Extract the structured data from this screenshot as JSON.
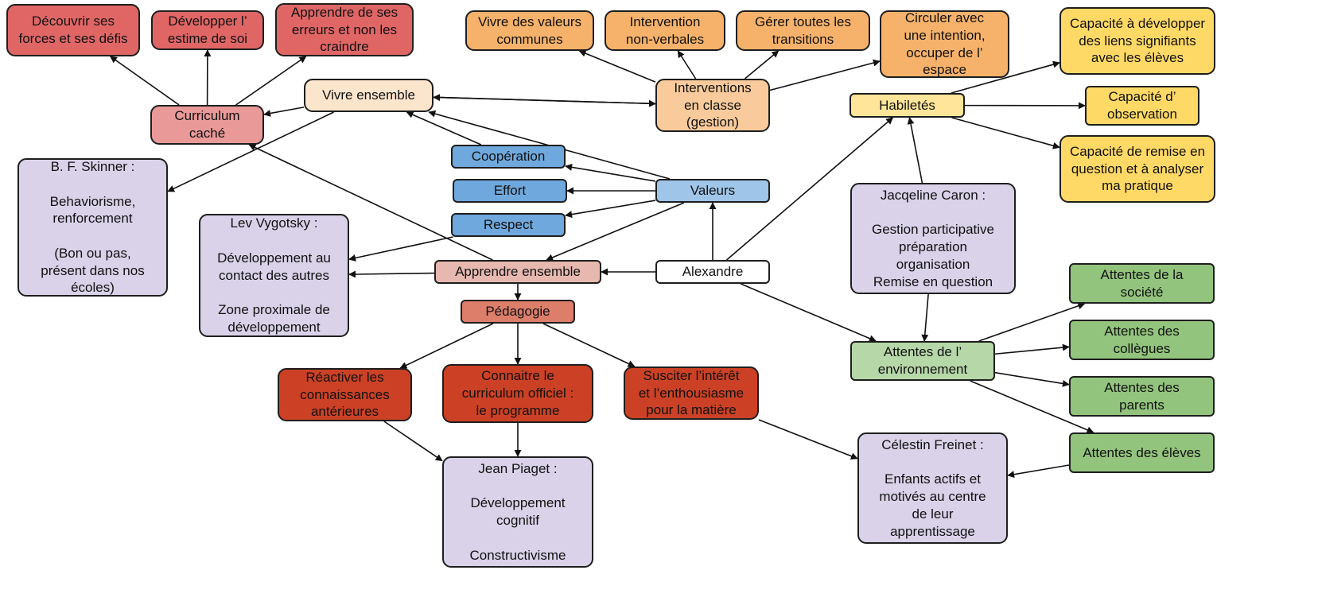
{
  "nodes": {
    "decouvrir": "Découvrir ses\nforces et ses défis",
    "estime": "Développer l’\nestime de soi",
    "erreurs": "Apprendre de ses\nerreurs et non les\ncraindre",
    "valeurs_communes": "Vivre des valeurs\ncommunes",
    "non_verbales": "Intervention\nnon-verbales",
    "transitions": "Gérer toutes les\ntransitions",
    "circuler": "Circuler avec\nune intention,\noccuper de l’\nespace",
    "liens": "Capacité à développer\ndes liens signifiants\navec les élèves",
    "curriculum_cache": "Curriculum\ncaché",
    "vivre_ensemble": "Vivre ensemble",
    "interventions": "Interventions\nen classe\n(gestion)",
    "habiletes": "Habiletés",
    "observation": "Capacité d’\nobservation",
    "cooperation": "Coopération",
    "remise": "Capacité de remise en\nquestion et à analyser\nma pratique",
    "skinner": "B. F. Skinner :\n\nBehaviorisme,\nrenforcement\n\n(Bon ou pas,\nprésent dans nos\nécoles)",
    "effort": "Effort",
    "valeurs": "Valeurs",
    "caron": "Jacqeline Caron :\n\nGestion participative\npréparation\norganisation\nRemise en question",
    "respect": "Respect",
    "vygotsky": "Lev Vygotsky :\n\nDéveloppement au\ncontact des autres\n\nZone proximale de\ndéveloppement",
    "apprendre_ensemble": "Apprendre ensemble",
    "alexandre": "Alexandre",
    "attentes_societe": "Attentes de la\nsociété",
    "pedagogie": "Pédagogie",
    "attentes_collegues": "Attentes des\ncollègues",
    "attentes_env": "Attentes de l’\nenvironnement",
    "reactiver": "Réactiver les\nconnaissances\nantérieures",
    "connaitre": "Connaitre le\ncurriculum officiel :\nle programme",
    "susciter": "Susciter l’intérêt\net l’enthousiasme\npour la matière",
    "attentes_parents": "Attentes des\nparents",
    "attentes_eleves": "Attentes des élèves",
    "freinet": "Célestin Freinet :\n\nEnfants actifs et\nmotivés au centre\nde leur\napprentissage",
    "piaget": "Jean Piaget :\n\nDéveloppement\ncognitif\n\nConstructivisme"
  },
  "colors": {
    "red": "#e06666",
    "pink": "#ea9999",
    "orange": "#f6b26b",
    "light_orange": "#f9cb9c",
    "peach": "#fce5cd",
    "yellow": "#ffd966",
    "light_yellow": "#ffe599",
    "blue": "#6fa8dc",
    "light_blue": "#9fc5e8",
    "lavender": "#d9d2e9",
    "salmon": "#e6b8af",
    "terracotta": "#dd7e6b",
    "dark_red": "#cc4125",
    "green": "#93c47d",
    "light_green": "#b6d7a8",
    "white": "#ffffff",
    "border": "#1e1e1e",
    "arrow": "#111111"
  },
  "edges": [
    [
      "curriculum_cache",
      "decouvrir"
    ],
    [
      "curriculum_cache",
      "estime"
    ],
    [
      "curriculum_cache",
      "erreurs"
    ],
    [
      "vivre_ensemble",
      "curriculum_cache"
    ],
    [
      "vivre_ensemble",
      "interventions"
    ],
    [
      "vivre_ensemble",
      "skinner"
    ],
    [
      "interventions",
      "vivre_ensemble"
    ],
    [
      "interventions",
      "valeurs_communes"
    ],
    [
      "interventions",
      "non_verbales"
    ],
    [
      "interventions",
      "transitions"
    ],
    [
      "interventions",
      "circuler"
    ],
    [
      "cooperation",
      "vivre_ensemble"
    ],
    [
      "valeurs",
      "vivre_ensemble"
    ],
    [
      "valeurs",
      "cooperation"
    ],
    [
      "valeurs",
      "effort"
    ],
    [
      "valeurs",
      "respect"
    ],
    [
      "respect",
      "vygotsky"
    ],
    [
      "apprendre_ensemble",
      "vygotsky"
    ],
    [
      "apprendre_ensemble",
      "curriculum_cache"
    ],
    [
      "apprendre_ensemble",
      "pedagogie"
    ],
    [
      "alexandre",
      "valeurs"
    ],
    [
      "alexandre",
      "apprendre_ensemble"
    ],
    [
      "valeurs",
      "apprendre_ensemble"
    ],
    [
      "alexandre",
      "habiletes"
    ],
    [
      "alexandre",
      "attentes_env"
    ],
    [
      "habiletes",
      "liens"
    ],
    [
      "habiletes",
      "observation"
    ],
    [
      "habiletes",
      "remise"
    ],
    [
      "caron",
      "habiletes"
    ],
    [
      "caron",
      "attentes_env"
    ],
    [
      "attentes_env",
      "attentes_societe"
    ],
    [
      "attentes_env",
      "attentes_collegues"
    ],
    [
      "attentes_env",
      "attentes_parents"
    ],
    [
      "attentes_env",
      "attentes_eleves"
    ],
    [
      "attentes_eleves",
      "freinet"
    ],
    [
      "pedagogie",
      "reactiver"
    ],
    [
      "pedagogie",
      "connaitre"
    ],
    [
      "pedagogie",
      "susciter"
    ],
    [
      "connaitre",
      "piaget"
    ],
    [
      "reactiver",
      "piaget"
    ],
    [
      "susciter",
      "freinet"
    ]
  ]
}
